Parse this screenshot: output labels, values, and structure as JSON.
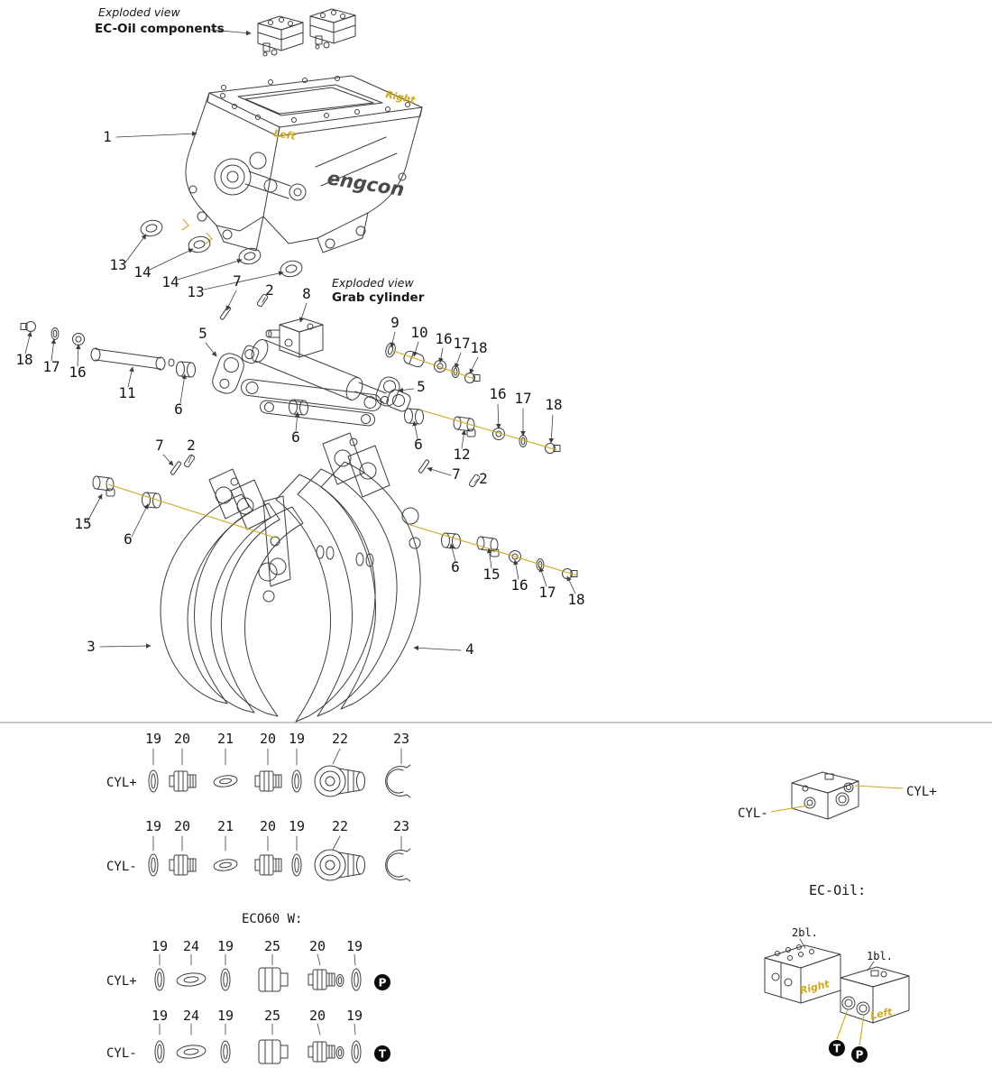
{
  "colors": {
    "line": "#3d3d3d",
    "accent_yellow": "#d2a71c",
    "badge": "#0a0a0a"
  },
  "labels": {
    "exploded_view_top": "Exploded view",
    "ec_oil_components": "EC-Oil components",
    "right_top": "Right",
    "left_top": "Left",
    "brand": "engcon",
    "exploded_view_grab": "Exploded view",
    "grab_cylinder": "Grab cylinder"
  },
  "callouts": [
    "1",
    "13",
    "14",
    "14",
    "13",
    "7",
    "2",
    "8",
    "9",
    "10",
    "16",
    "17",
    "18",
    "18",
    "17",
    "16",
    "11",
    "5",
    "6",
    "5",
    "6",
    "16",
    "17",
    "18",
    "6",
    "12",
    "7",
    "2",
    "7",
    "2",
    "15",
    "6",
    "6",
    "15",
    "16",
    "17",
    "18",
    "3",
    "4"
  ],
  "fittings": {
    "rows": [
      {
        "label": "CYL+",
        "numbers": [
          "19",
          "20",
          "21",
          "20",
          "19",
          "22",
          "23"
        ]
      },
      {
        "label": "CYL-",
        "numbers": [
          "19",
          "20",
          "21",
          "20",
          "19",
          "22",
          "23"
        ]
      }
    ],
    "eco_heading": "ECO60 W:",
    "eco_rows": [
      {
        "label": "CYL+",
        "numbers": [
          "19",
          "24",
          "19",
          "25",
          "20",
          "19"
        ],
        "badge": "P"
      },
      {
        "label": "CYL-",
        "numbers": [
          "19",
          "24",
          "19",
          "25",
          "20",
          "19"
        ],
        "badge": "T"
      }
    ]
  },
  "right_panel": {
    "cyl_plus": "CYL+",
    "cyl_minus": "CYL-",
    "heading": "EC-Oil:",
    "block2_label": "2bl.",
    "block1_label": "1bl.",
    "right_label": "Right",
    "left_label": "Left",
    "badge_t": "T",
    "badge_p": "P"
  }
}
